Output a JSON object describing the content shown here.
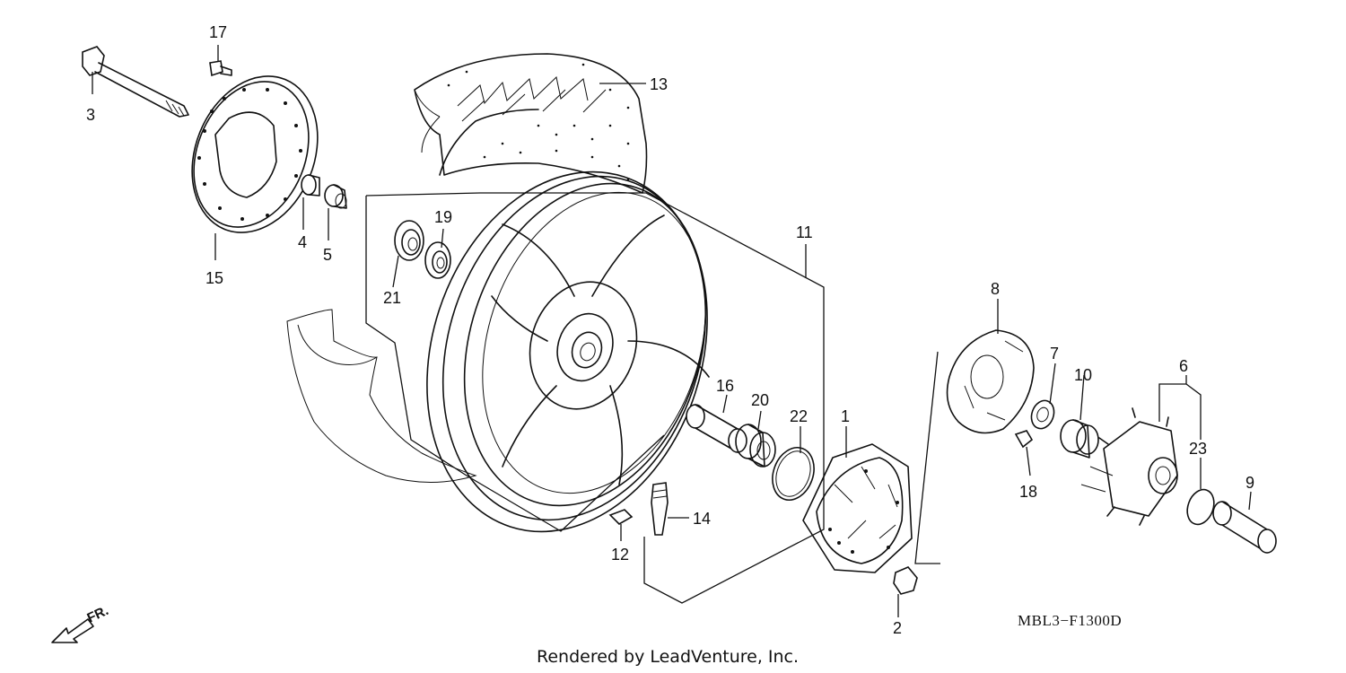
{
  "diagram": {
    "callouts": [
      "1",
      "2",
      "3",
      "4",
      "5",
      "6",
      "7",
      "8",
      "9",
      "10",
      "11",
      "12",
      "13",
      "14",
      "15",
      "16",
      "17",
      "18",
      "19",
      "20",
      "21",
      "22",
      "23"
    ],
    "direction_label": "FR.",
    "drawing_code": "MBL3−F1300D",
    "credit": "Rendered by LeadVenture, Inc."
  }
}
